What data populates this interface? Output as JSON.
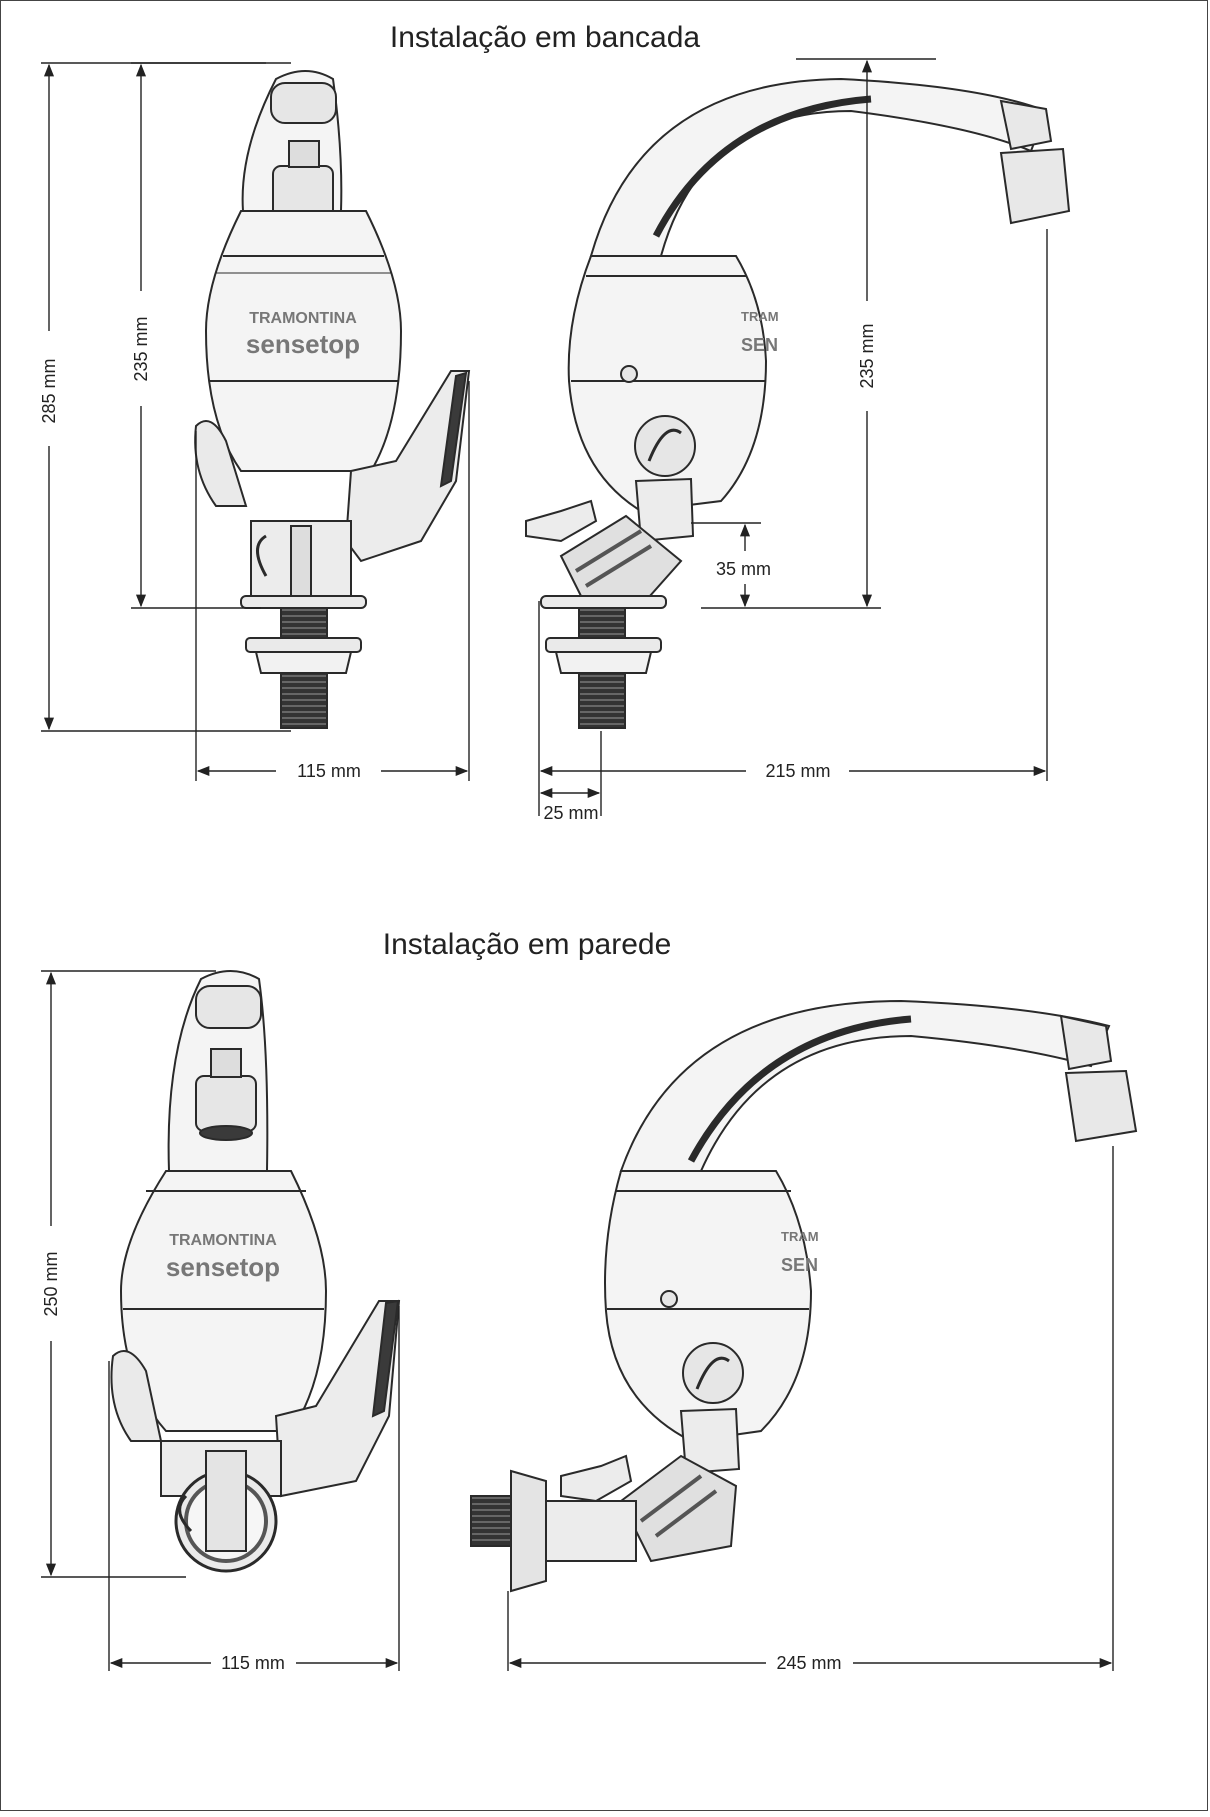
{
  "sections": [
    {
      "title": "Instalação em bancada",
      "front": {
        "brand": "TRAMONTINA",
        "model": "sensetop",
        "dims": {
          "total_height": "285 mm",
          "body_height": "235 mm",
          "width": "115 mm"
        }
      },
      "side": {
        "brand_partial": "TRAM",
        "model_partial": "SEN",
        "dims": {
          "height": "235 mm",
          "base_height": "35 mm",
          "reach": "215 mm",
          "offset": "25 mm"
        }
      }
    },
    {
      "title": "Instalação em parede",
      "front": {
        "brand": "TRAMONTINA",
        "model": "sensetop",
        "dims": {
          "height": "250 mm",
          "width": "115 mm"
        }
      },
      "side": {
        "brand_partial": "TRAM",
        "model_partial": "SEN",
        "dims": {
          "reach": "245 mm"
        }
      }
    }
  ],
  "colors": {
    "line": "#2a2a2a",
    "fill_light": "#f2f2f2",
    "fill_mid": "#cfcfcf",
    "fill_dark": "#3a3a3a"
  }
}
